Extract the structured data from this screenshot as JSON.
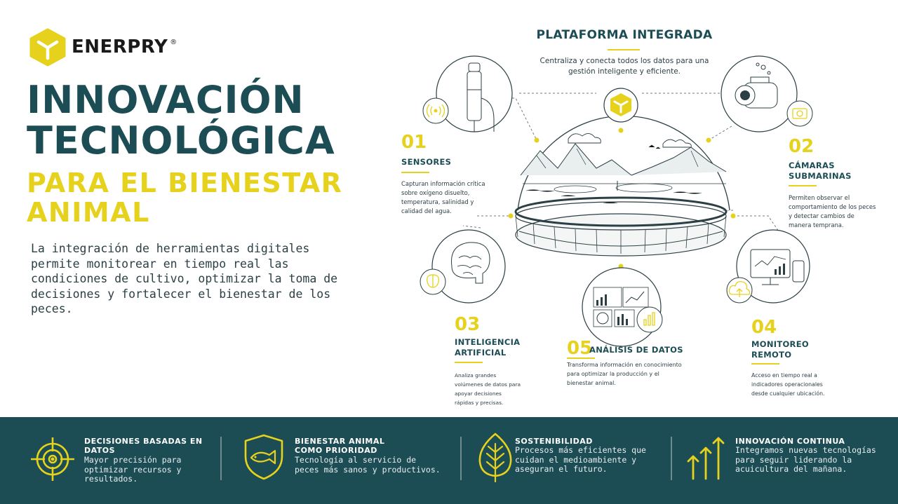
{
  "brand": {
    "name": "ENERPRY",
    "reg": "®"
  },
  "hero": {
    "title_line1": "INNOVACIÓN",
    "title_line2": "TECNOLÓGICA",
    "subtitle_line1": "PARA EL BIENESTAR",
    "subtitle_line2": "ANIMAL",
    "description": "La integración de herramientas digitales permite monitorear en tiempo real las condiciones de cultivo, optimizar la toma de decisiones y fortalecer el bienestar de los peces."
  },
  "platform": {
    "title": "PLATAFORMA INTEGRADA",
    "description": "Centraliza y conecta todos los datos para una gestión inteligente y eficiente."
  },
  "features": [
    {
      "number": "01",
      "title": "SENSORES",
      "description": "Capturan información crítica sobre oxígeno disuelto, temperatura, salinidad y calidad del agua."
    },
    {
      "number": "02",
      "title": "CÁMARAS SUBMARINAS",
      "description": "Permiten observar el comportamiento de los peces y detectar cambios de manera temprana."
    },
    {
      "number": "03",
      "title": "INTELIGENCIA ARTIFICIAL",
      "description": "Analiza grandes volúmenes de datos para apoyar decisiones rápidas y precisas."
    },
    {
      "number": "04",
      "title": "MONITOREO REMOTO",
      "description": "Acceso en tiempo real a indicadores operacionales desde cualquier ubicación."
    },
    {
      "number": "05",
      "title": "ANÁLISIS DE DATOS",
      "description": "Transforma información en conocimiento para optimizar la producción y el bienestar animal."
    }
  ],
  "footer": [
    {
      "title": "DECISIONES BASADAS EN DATOS",
      "description": "Mayor precisión para optimizar recursos y resultados.",
      "icon": "target-icon"
    },
    {
      "title": "BIENESTAR ANIMAL COMO PRIORIDAD",
      "description": "Tecnología al servicio de peces más sanos y productivos.",
      "icon": "fish-shield-icon"
    },
    {
      "title": "SOSTENIBILIDAD",
      "description": "Procesos más eficientes que cuidan el medioambiente y aseguran el futuro.",
      "icon": "leaf-icon"
    },
    {
      "title": "INNOVACIÓN CONTINUA",
      "description": "Integramos nuevas tecnologías para seguir liderando la acuicultura del mañana.",
      "icon": "growth-arrows-icon"
    }
  ],
  "colors": {
    "teal": "#1c4d55",
    "yellow": "#e6d21c",
    "text": "#2b3f44"
  }
}
